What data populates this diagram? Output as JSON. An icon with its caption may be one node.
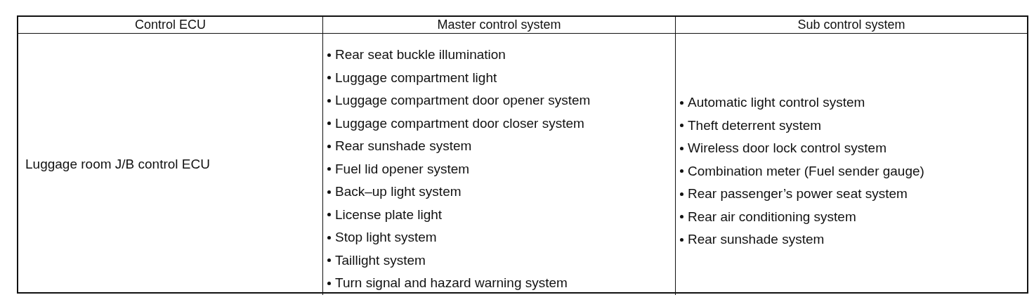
{
  "diagram": {
    "labels": [
      "Control ECU",
      "Master control system",
      "Sub control system",
      "Luggage room J/B control ECU",
      "Rear seat buckle illumination",
      "Luggage compartment light",
      "Luggage compartment door opener system",
      "Luggage compartment door closer system",
      "Rear sunshade system",
      "Fuel lid opener system",
      "Back–up light system",
      "License plate light",
      "Stop light system",
      "Taillight system",
      "Turn signal and hazard warning system",
      "Automatic light control system",
      "Theft deterrent system",
      "Wireless door lock control system",
      "Combination meter (Fuel sender gauge)",
      "Rear passenger’s power seat system",
      "Rear air conditioning system",
      "Rear sunshade system"
    ]
  }
}
